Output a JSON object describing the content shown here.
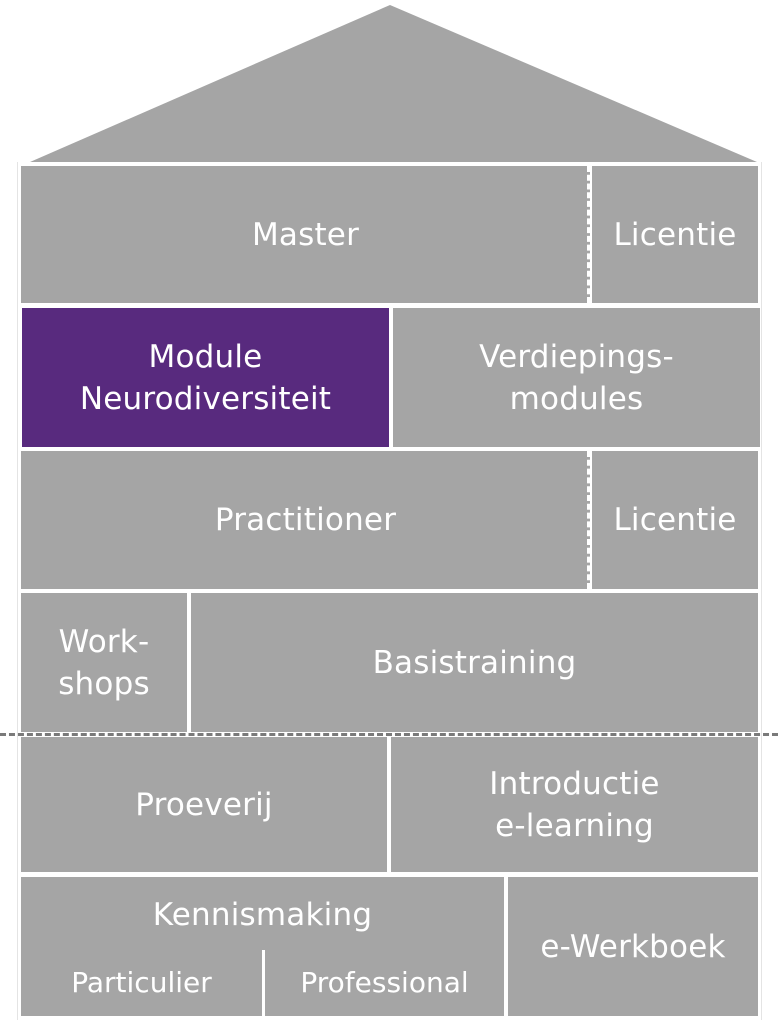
{
  "diagram": {
    "title": "Opleidingshuis",
    "colors": {
      "block": "#a5a5a5",
      "highlight": "#582a7e",
      "text": "#ffffff",
      "divider": "#7a7a7a"
    },
    "rows": [
      {
        "blocks": [
          {
            "label": "Master",
            "highlighted": false
          },
          {
            "label": "Licentie",
            "highlighted": false
          }
        ]
      },
      {
        "blocks": [
          {
            "label": "Module\nNeurodiversiteit",
            "highlighted": true
          },
          {
            "label": "Verdiepings-\nmodules",
            "highlighted": false
          }
        ]
      },
      {
        "blocks": [
          {
            "label": "Practitioner",
            "highlighted": false
          },
          {
            "label": "Licentie",
            "highlighted": false
          }
        ]
      },
      {
        "blocks": [
          {
            "label": "Work-\nshops",
            "highlighted": false
          },
          {
            "label": "Basistraining",
            "highlighted": false
          }
        ]
      },
      {
        "blocks": [
          {
            "label": "Proeverij",
            "highlighted": false
          },
          {
            "label": "Introductie\ne-learning",
            "highlighted": false
          }
        ]
      },
      {
        "blocks": [
          {
            "label": "Kennismaking",
            "highlighted": false,
            "sub": [
              "Particulier",
              "Professional"
            ]
          },
          {
            "label": "e-Werkboek",
            "highlighted": false
          }
        ]
      }
    ]
  }
}
